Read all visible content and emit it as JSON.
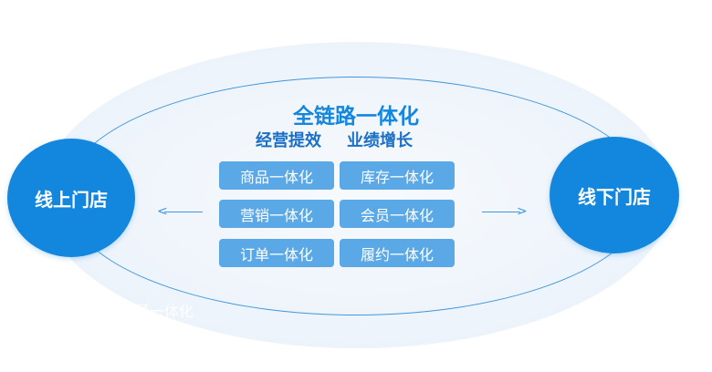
{
  "title": "全链路一体化",
  "subtitles": [
    "经营提效",
    "业绩增长"
  ],
  "left_node": "线上门店",
  "right_node": "线下门店",
  "features": [
    "商品一体化",
    "库存一体化",
    "营销一体化",
    "会员一体化",
    "订单一体化",
    "履约一体化"
  ],
  "ghost_label": "会员一体化",
  "colors": {
    "primary": "#1387de",
    "pill": "#5aa9e6",
    "ring": "#3f97db",
    "halo": "#eef4fb"
  }
}
